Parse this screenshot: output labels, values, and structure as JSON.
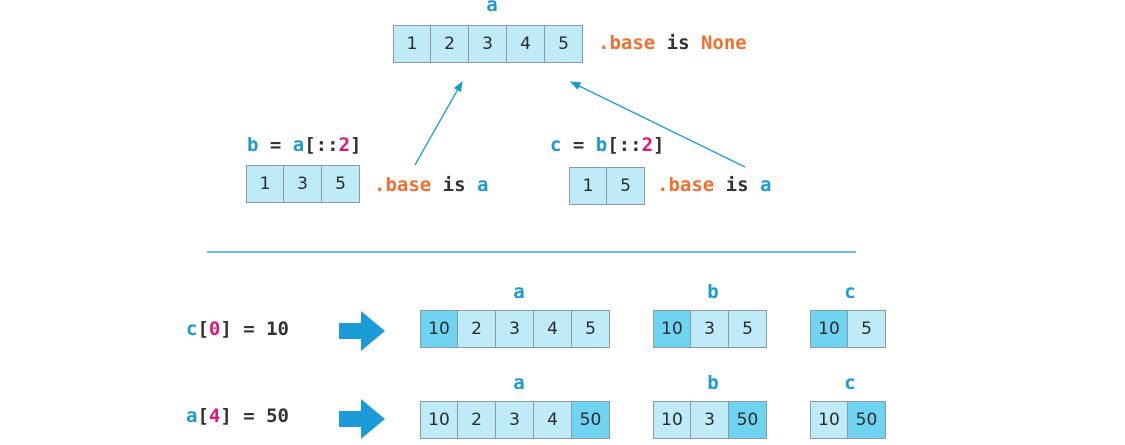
{
  "top": {
    "a_name": "a",
    "a_cells": [
      "1",
      "2",
      "3",
      "4",
      "5"
    ],
    "a_base": [
      {
        "t": ".base",
        "c": "orange"
      },
      {
        "t": " is ",
        "c": "dark"
      },
      {
        "t": "None",
        "c": "orange"
      }
    ],
    "b_code": [
      {
        "t": "b",
        "c": "blue"
      },
      {
        "t": " = ",
        "c": "dark"
      },
      {
        "t": "a",
        "c": "blue"
      },
      {
        "t": "[::",
        "c": "dark"
      },
      {
        "t": "2",
        "c": "pink"
      },
      {
        "t": "]",
        "c": "dark"
      }
    ],
    "b_cells": [
      "1",
      "3",
      "5"
    ],
    "b_base": [
      {
        "t": ".base",
        "c": "orange"
      },
      {
        "t": " is ",
        "c": "dark"
      },
      {
        "t": "a",
        "c": "blue"
      }
    ],
    "c_code": [
      {
        "t": "c",
        "c": "blue"
      },
      {
        "t": " = ",
        "c": "dark"
      },
      {
        "t": "b",
        "c": "blue"
      },
      {
        "t": "[::",
        "c": "dark"
      },
      {
        "t": "2",
        "c": "pink"
      },
      {
        "t": "]",
        "c": "dark"
      }
    ],
    "c_cells": [
      "1",
      "5"
    ],
    "c_base": [
      {
        "t": ".base",
        "c": "orange"
      },
      {
        "t": " is ",
        "c": "dark"
      },
      {
        "t": "a",
        "c": "blue"
      }
    ]
  },
  "bottom": {
    "row1": {
      "code": [
        {
          "t": "c",
          "c": "blue"
        },
        {
          "t": "[",
          "c": "dark"
        },
        {
          "t": "0",
          "c": "pink"
        },
        {
          "t": "] = 10",
          "c": "dark"
        }
      ],
      "a_name": "a",
      "a_cells": [
        "10",
        "2",
        "3",
        "4",
        "5"
      ],
      "a_hl": [
        0
      ],
      "b_name": "b",
      "b_cells": [
        "10",
        "3",
        "5"
      ],
      "b_hl": [
        0
      ],
      "c_name": "c",
      "c_cells": [
        "10",
        "5"
      ],
      "c_hl": [
        0
      ]
    },
    "row2": {
      "code": [
        {
          "t": "a",
          "c": "blue"
        },
        {
          "t": "[",
          "c": "dark"
        },
        {
          "t": "4",
          "c": "pink"
        },
        {
          "t": "] = 50",
          "c": "dark"
        }
      ],
      "a_name": "a",
      "a_cells": [
        "10",
        "2",
        "3",
        "4",
        "50"
      ],
      "a_hl": [
        4
      ],
      "b_name": "b",
      "b_cells": [
        "10",
        "3",
        "50"
      ],
      "b_hl": [
        2
      ],
      "c_name": "c",
      "c_cells": [
        "10",
        "50"
      ],
      "c_hl": [
        1
      ]
    }
  },
  "colors": {
    "cell": "#bfeaf8",
    "cell_highlight": "#6fd3f2",
    "blue": "#1a9ad6",
    "orange": "#f07030",
    "pink": "#e0177a",
    "arrow": "#1a9ad6"
  }
}
